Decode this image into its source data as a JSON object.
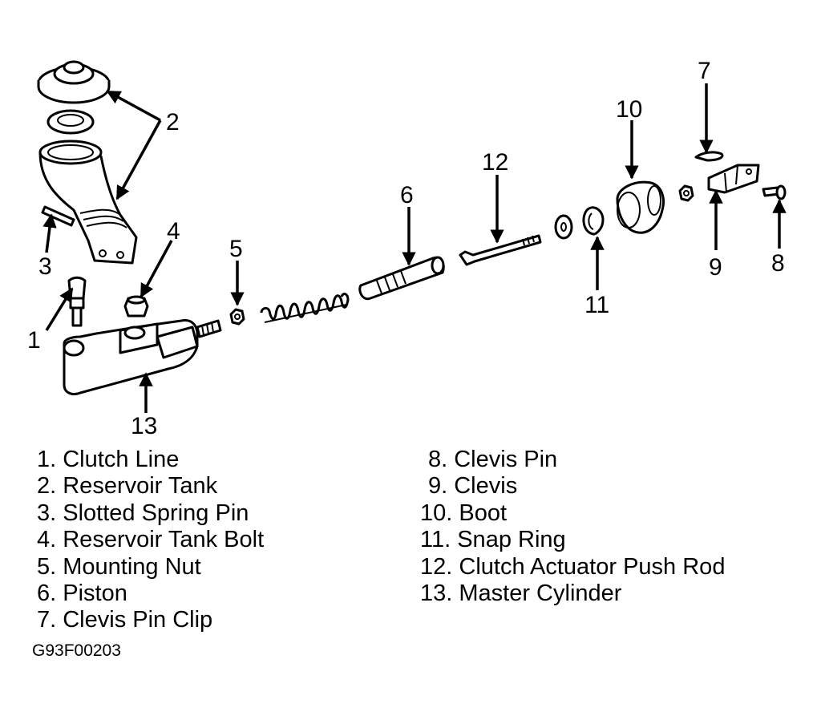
{
  "callouts": [
    "1",
    "2",
    "3",
    "4",
    "5",
    "6",
    "7",
    "8",
    "9",
    "10",
    "11",
    "12",
    "13"
  ],
  "legend": {
    "left": [
      "1. Clutch Line",
      "2. Reservoir Tank",
      "3. Slotted Spring Pin",
      "4. Reservoir Tank Bolt",
      "5. Mounting Nut",
      "6. Piston",
      "7. Clevis Pin Clip"
    ],
    "right": [
      "8. Clevis Pin",
      "9. Clevis",
      "10. Boot",
      "11. Snap Ring",
      "12. Clutch Actuator Push Rod",
      "13. Master Cylinder"
    ]
  },
  "figure_code": "G93F00203"
}
